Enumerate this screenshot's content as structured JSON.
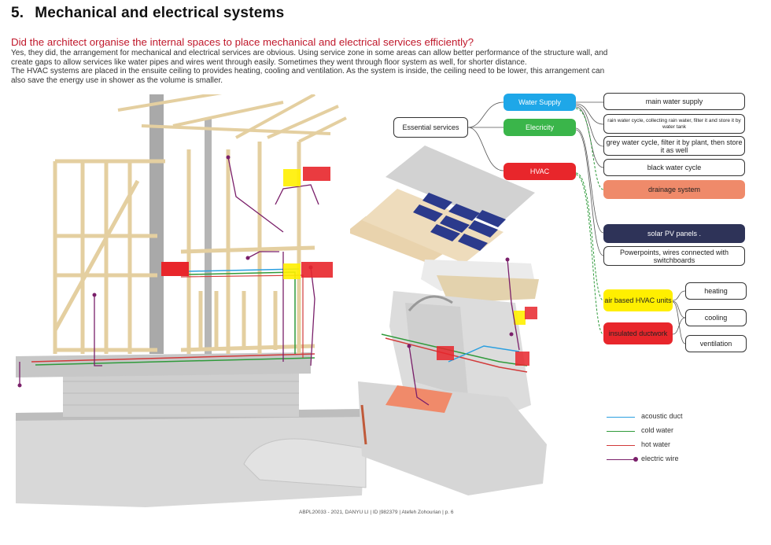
{
  "title": {
    "number": "5.",
    "text": "Mechanical and electrical systems"
  },
  "question": "Did the architect organise the internal spaces to place mechanical and electrical services efficiently?",
  "body": [
    "Yes, they did, the arrangement for mechanical and electrical services are obvious. Using service zone in some areas can allow better performance of the structure wall, and create gaps to allow services like water pipes and wires went through easily. Sometimes they went through floor system as well, for shorter distance.",
    "The HVAC systems are placed in the ensuite ceiling to provides heating, cooling and ventilation. As the system is inside, the ceiling need to be lower, this arrangement can also save the energy use in shower as the volume is smaller."
  ],
  "diagram": {
    "root": "Essential services",
    "categories": [
      {
        "label": "Water Supply",
        "color": "#1ea7e8"
      },
      {
        "label": "Elecricity",
        "color": "#3ab54a"
      },
      {
        "label": "HVAC",
        "color": "#e8262b"
      }
    ],
    "water_items": [
      "main water supply",
      "rain water cycle, collecting rain water, filter it and store it by water tank",
      "grey water cycle, filter it by plant, then store it as well",
      "black water cycle",
      "drainage system"
    ],
    "electric_items": [
      "solar PV panels .",
      "Powerpoints, wires connected with switchboards"
    ],
    "hvac_items": [
      {
        "label": "air based HVAC units",
        "color": "#ffef00"
      },
      {
        "label": "insulated ductwork",
        "color": "#e8262b"
      }
    ],
    "hvac_functions": [
      "heating",
      "cooling",
      "ventilation"
    ],
    "colors": {
      "drainage": "#ef8a6a",
      "solar": "#2e3358",
      "accent": "#c0182b"
    }
  },
  "legend": [
    {
      "label": "acoustic duct",
      "color": "#2a9fe0",
      "type": "line"
    },
    {
      "label": "cold water",
      "color": "#2f9a3a",
      "type": "line"
    },
    {
      "label": "hot water",
      "color": "#d23a3a",
      "type": "line"
    },
    {
      "label": "electric wire",
      "color": "#7a1f6a",
      "type": "dot"
    }
  ],
  "footer": "ABPL20033 - 2021, DANYU LI | ID |982379 | Atefeh Zohourian | p. 6"
}
